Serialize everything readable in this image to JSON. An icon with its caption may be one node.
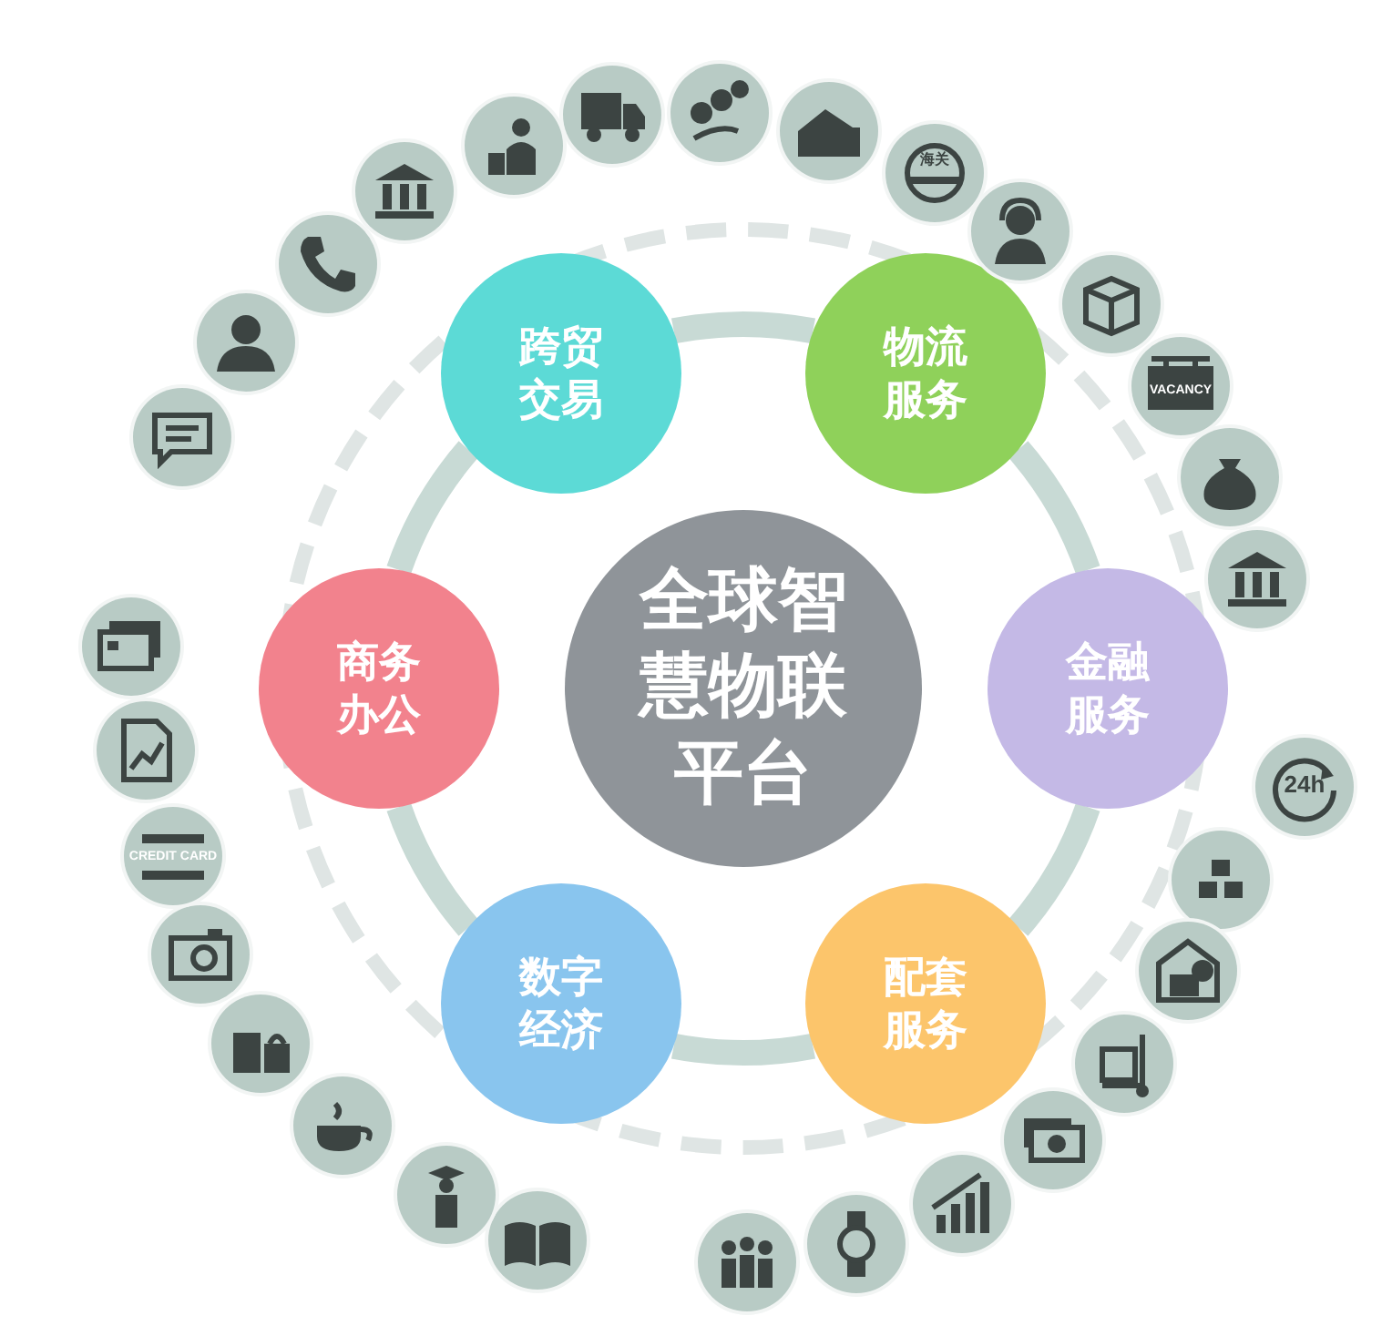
{
  "diagram": {
    "nodes": [
      {
        "text": [
          "全球智慧物联平台"
        ]
      },
      {
        "text": [
          "跨贸交易"
        ]
      },
      {
        "text": [
          "物流服务"
        ]
      },
      {
        "text": [
          "金融服务"
        ]
      },
      {
        "text": [
          "配套服务"
        ]
      },
      {
        "text": [
          "数字经济"
        ]
      },
      {
        "text": [
          "商务办公"
        ]
      }
    ],
    "edges": [
      {
        "from": 1,
        "to": 2,
        "arrow": "none"
      },
      {
        "from": 2,
        "to": 3,
        "arrow": "none"
      },
      {
        "from": 3,
        "to": 4,
        "arrow": "none"
      },
      {
        "from": 4,
        "to": 5,
        "arrow": "none"
      },
      {
        "from": 5,
        "to": 6,
        "arrow": "none"
      },
      {
        "from": 6,
        "to": 1,
        "arrow": "none"
      }
    ],
    "labels": [
      "海关",
      "VACANCY",
      "24h",
      "CREDIT CARD"
    ]
  }
}
